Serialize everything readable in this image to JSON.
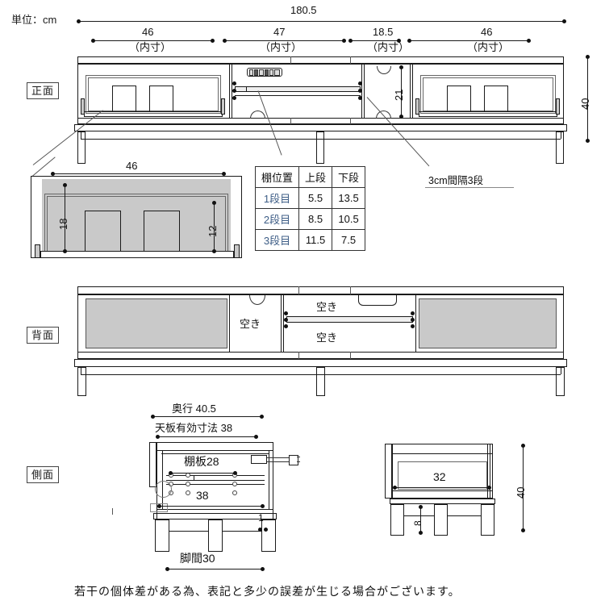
{
  "unit_note": "単位：cm",
  "footnote": "若干の個体差がある為、表記と多少の誤差が生じる場合がございます。",
  "views": {
    "front_label": "正面",
    "back_label": "背面",
    "side_label": "側面"
  },
  "front_dimensions": {
    "overall_width": "180.5",
    "overall_height": "40",
    "middle_opening_height": "21",
    "segments": [
      {
        "value": "46",
        "sub": "（内寸）"
      },
      {
        "value": "47",
        "sub": "（内寸）"
      },
      {
        "value": "18.5",
        "sub": "（内寸）"
      },
      {
        "value": "46",
        "sub": "（内寸）"
      }
    ]
  },
  "annotations": {
    "shelf_spacing": "3cm間隔3段",
    "empty": "空き"
  },
  "detail_view": {
    "width": "46",
    "height_outer": "18",
    "height_inner": "12"
  },
  "shelf_table": {
    "headers": [
      "棚位置",
      "上段",
      "下段"
    ],
    "rows": [
      {
        "position": "1段目",
        "upper": "5.5",
        "lower": "13.5"
      },
      {
        "position": "2段目",
        "upper": "8.5",
        "lower": "10.5"
      },
      {
        "position": "3段目",
        "upper": "11.5",
        "lower": "7.5"
      }
    ]
  },
  "side_view": {
    "depth": "奥行 40.5",
    "top_effective": "天板有効寸法 38",
    "shelf_board": "棚板28",
    "inner_depth": "38",
    "foot_gap": "脚間30",
    "lip": "1",
    "right_inner_width": "32",
    "right_height": "40",
    "right_foot_clearance": "8"
  },
  "colors": {
    "line": "#1a1a1a",
    "panel_fill": "#c9c9c9",
    "light_fill": "#efefef",
    "table_row_head": "#3d5d86"
  }
}
